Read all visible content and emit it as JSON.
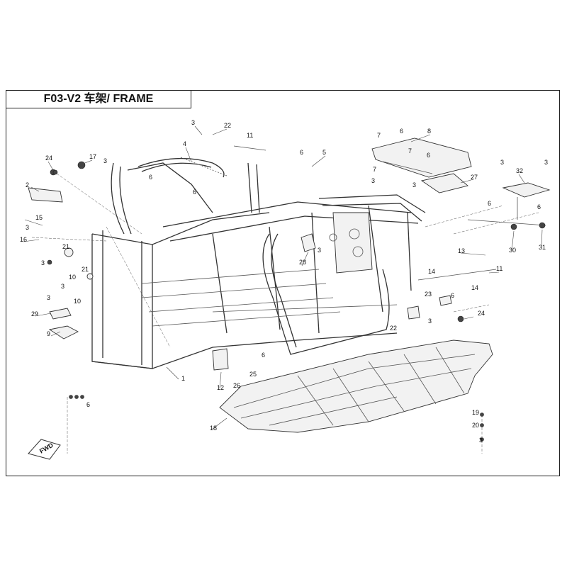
{
  "title": "F03-V2 车架/ FRAME",
  "fwd_label": "FWD",
  "callouts": [
    "1",
    "2",
    "3",
    "3",
    "3",
    "3",
    "3",
    "3",
    "3",
    "3",
    "3",
    "3",
    "3",
    "3",
    "3",
    "4",
    "5",
    "6",
    "6",
    "6",
    "6",
    "6",
    "6",
    "6",
    "6",
    "6",
    "6",
    "7",
    "7",
    "7",
    "8",
    "9",
    "10",
    "10",
    "11",
    "11",
    "12",
    "13",
    "14",
    "14",
    "15",
    "16",
    "17",
    "18",
    "19",
    "20",
    "21",
    "21",
    "22",
    "22",
    "23",
    "24",
    "24",
    "25",
    "26",
    "27",
    "28",
    "29",
    "30",
    "31",
    "32"
  ]
}
